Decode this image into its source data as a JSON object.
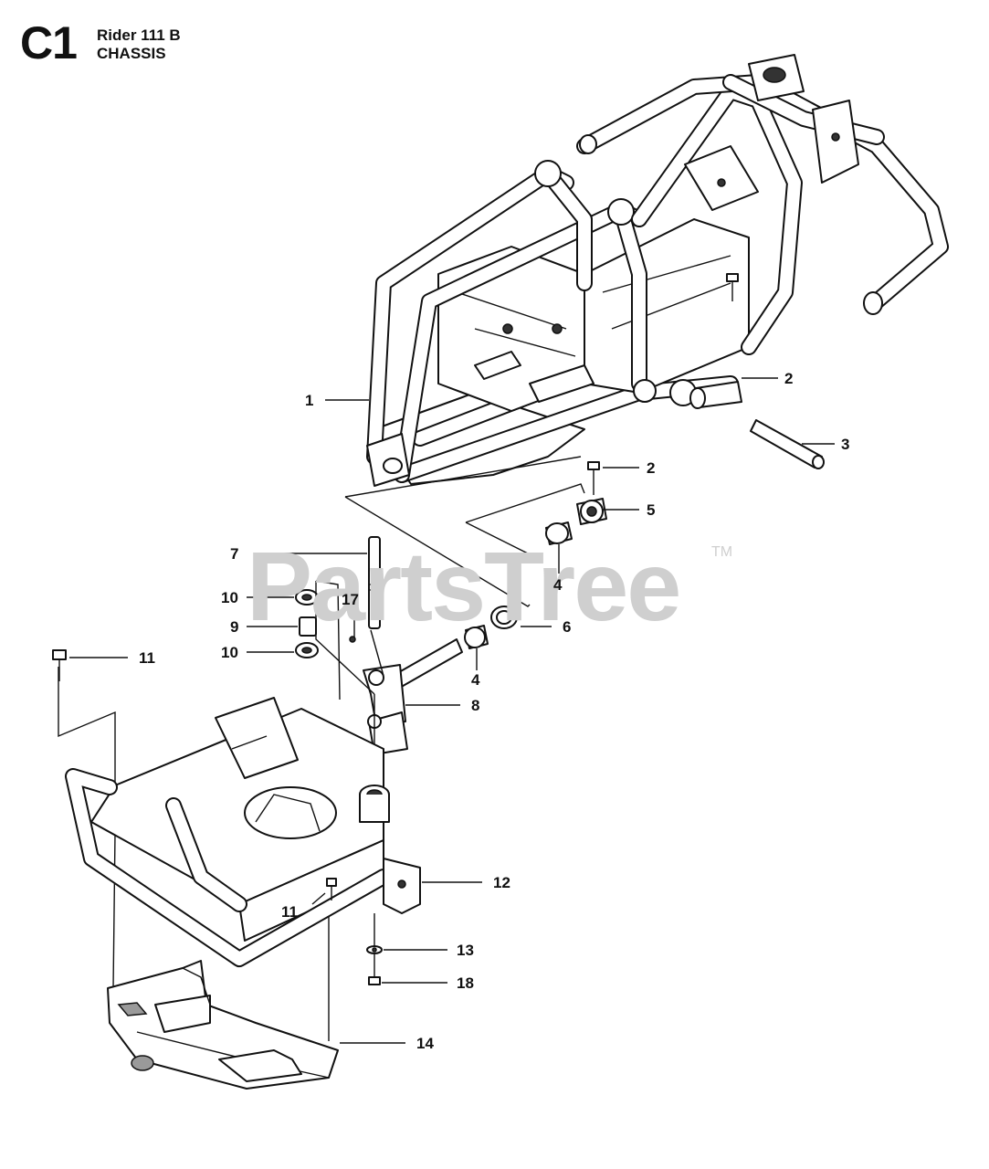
{
  "header": {
    "code": "C1",
    "model": "Rider 111 B",
    "title": "CHASSIS"
  },
  "watermark": {
    "text": "PartsTree",
    "trademark": "TM"
  },
  "callouts": [
    {
      "id": "1",
      "label": "1",
      "part": "frame"
    },
    {
      "id": "2a",
      "label": "2",
      "part": "bolt"
    },
    {
      "id": "3",
      "label": "3",
      "part": "pin"
    },
    {
      "id": "2b",
      "label": "2",
      "part": "bolt"
    },
    {
      "id": "5",
      "label": "5",
      "part": "bushing"
    },
    {
      "id": "4a",
      "label": "4",
      "part": "bushing"
    },
    {
      "id": "7",
      "label": "7",
      "part": "shaft"
    },
    {
      "id": "10a",
      "label": "10",
      "part": "bearing"
    },
    {
      "id": "17",
      "label": "17",
      "part": "nut"
    },
    {
      "id": "6",
      "label": "6",
      "part": "washer"
    },
    {
      "id": "9",
      "label": "9",
      "part": "spacer"
    },
    {
      "id": "10b",
      "label": "10",
      "part": "bearing"
    },
    {
      "id": "4b",
      "label": "4",
      "part": "bushing"
    },
    {
      "id": "11a",
      "label": "11",
      "part": "bolt"
    },
    {
      "id": "8",
      "label": "8",
      "part": "bracket"
    },
    {
      "id": "12",
      "label": "12",
      "part": "plate"
    },
    {
      "id": "11b",
      "label": "11",
      "part": "bolt"
    },
    {
      "id": "13",
      "label": "13",
      "part": "washer"
    },
    {
      "id": "18",
      "label": "18",
      "part": "bolt"
    },
    {
      "id": "14",
      "label": "14",
      "part": "guard"
    }
  ]
}
